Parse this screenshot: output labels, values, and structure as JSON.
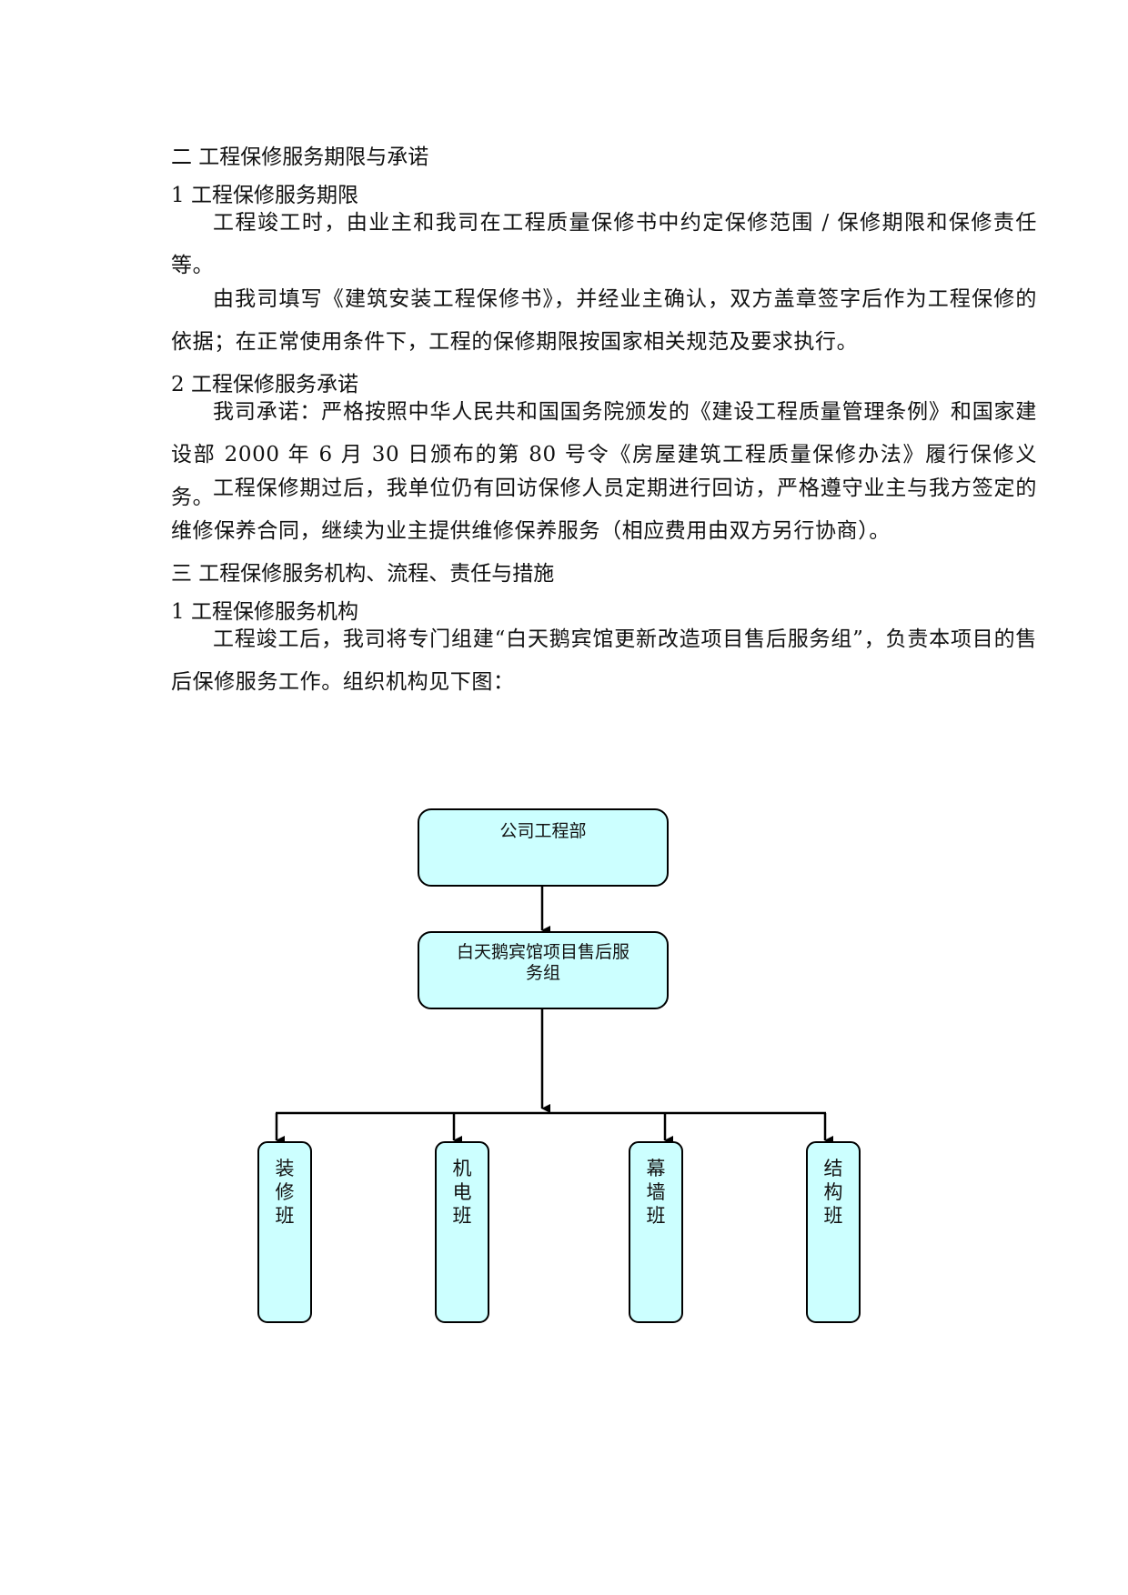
{
  "sections": {
    "h_warranty_period_commitment": "二 工程保修服务期限与承诺",
    "h_period": "1 工程保修服务期限",
    "p_period_1": "工程竣工时，由业主和我司在工程质量保修书中约定保修范围 / 保修期限和保修责任等。",
    "p_period_2": "由我司填写《建筑安装工程保修书》，并经业主确认，双方盖章签字后作为工程保修的依据；在正常使用条件下，工程的保修期限按国家相关规范及要求执行。",
    "h_commitment": "2 工程保修服务承诺",
    "p_commitment_1": "我司承诺：严格按照中华人民共和国国务院颁发的《建设工程质量管理条例》和国家建设部 2000 年 6 月 30 日颁布的第 80 号令《房屋建筑工程质量保修办法》履行保修义务。",
    "p_commitment_2": "工程保修期过后，我单位仍有回访保修人员定期进行回访，严格遵守业主与我方签定的维修保养合同，继续为业主提供维修保养服务（相应费用由双方另行协商）。",
    "h_organization": "三 工程保修服务机构、流程、责任与措施",
    "h_org_unit": "1 工程保修服务机构",
    "p_org": "工程竣工后，我司将专门组建“白天鹅宾馆更新改造项目售后服务组”，负责本项目的售后保修服务工作。组织机构见下图："
  },
  "org_chart": {
    "top": "公司工程部",
    "middle_line1": "白天鹅宾馆项目售后服",
    "middle_line2": "务组",
    "teams": [
      {
        "c1": "装",
        "c2": "修",
        "c3": "班"
      },
      {
        "c1": "机",
        "c2": "电",
        "c3": "班"
      },
      {
        "c1": "幕",
        "c2": "墙",
        "c3": "班"
      },
      {
        "c1": "结",
        "c2": "构",
        "c3": "班"
      }
    ],
    "colors": {
      "box_fill": "#ccffff",
      "stroke": "#000000"
    }
  }
}
